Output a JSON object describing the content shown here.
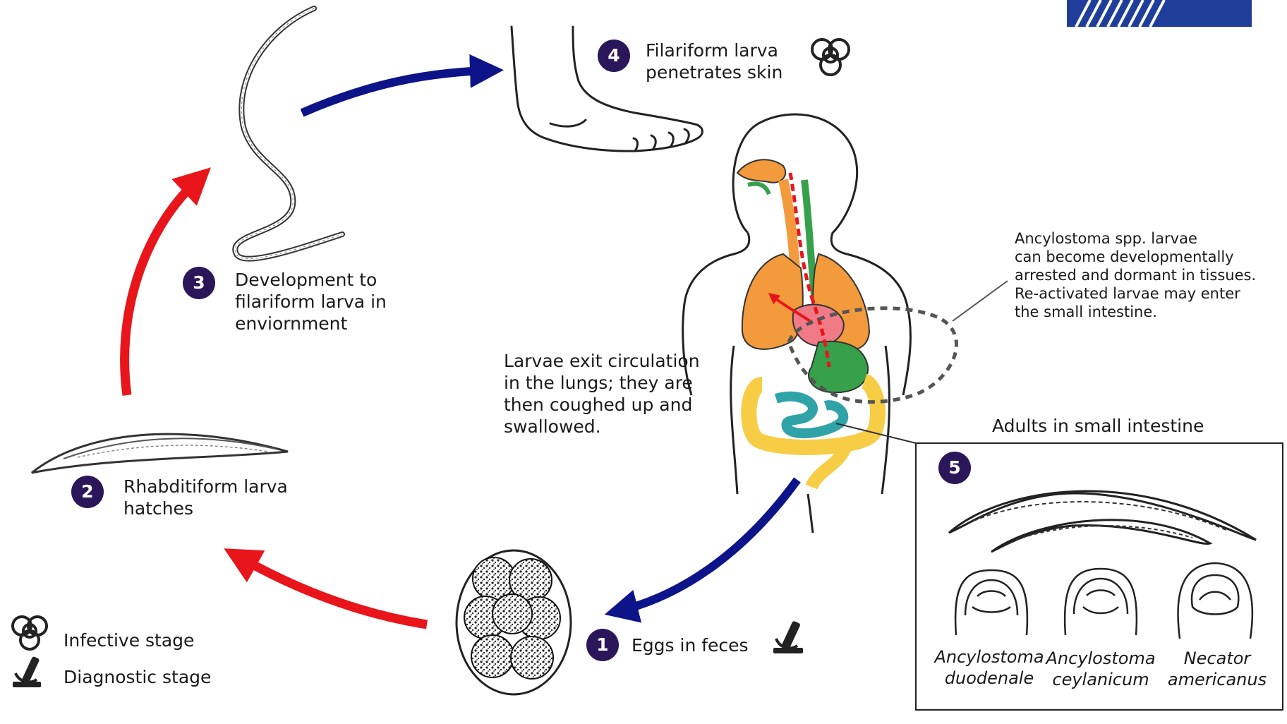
{
  "stages": {
    "s1": {
      "number": "1",
      "label": "Eggs in feces"
    },
    "s2": {
      "number": "2",
      "label": "Rhabditiform larva\nhatches"
    },
    "s3": {
      "number": "3",
      "label": "Development to\nfilariform larva in\nenviornment"
    },
    "s4": {
      "number": "4",
      "label": "Filariform larva\npenetrates skin"
    },
    "s5": {
      "number": "5"
    }
  },
  "notes": {
    "lungs": "Larvae exit circulation\nin the lungs;  they are\nthen coughed up and\nswallowed.",
    "dormant": "Ancylostoma spp. larvae\ncan become developmentally\narrested and dormant in tissues.\nRe-activated larvae may enter\nthe small intestine."
  },
  "adults_box": {
    "title": "Adults in small intestine",
    "species": [
      {
        "name": "Ancylostoma\nduodenale"
      },
      {
        "name": "Ancylostoma\nceylanicum"
      },
      {
        "name": "Necator\namericanus"
      }
    ]
  },
  "legend": {
    "infective": {
      "label": "Infective stage",
      "icon": "biohazard-icon"
    },
    "diagnostic": {
      "label": "Diagnostic stage",
      "icon": "microscope-icon"
    }
  },
  "colors": {
    "red_arrow": "#e8151b",
    "blue_arrow": "#0d148a",
    "badge": "#2b1659",
    "lungs": "#f29a3c",
    "stomach": "#36a14a",
    "small_intestine": "#2fa3a8",
    "large_intestine": "#f7cd45",
    "heart": "#f07a86"
  }
}
